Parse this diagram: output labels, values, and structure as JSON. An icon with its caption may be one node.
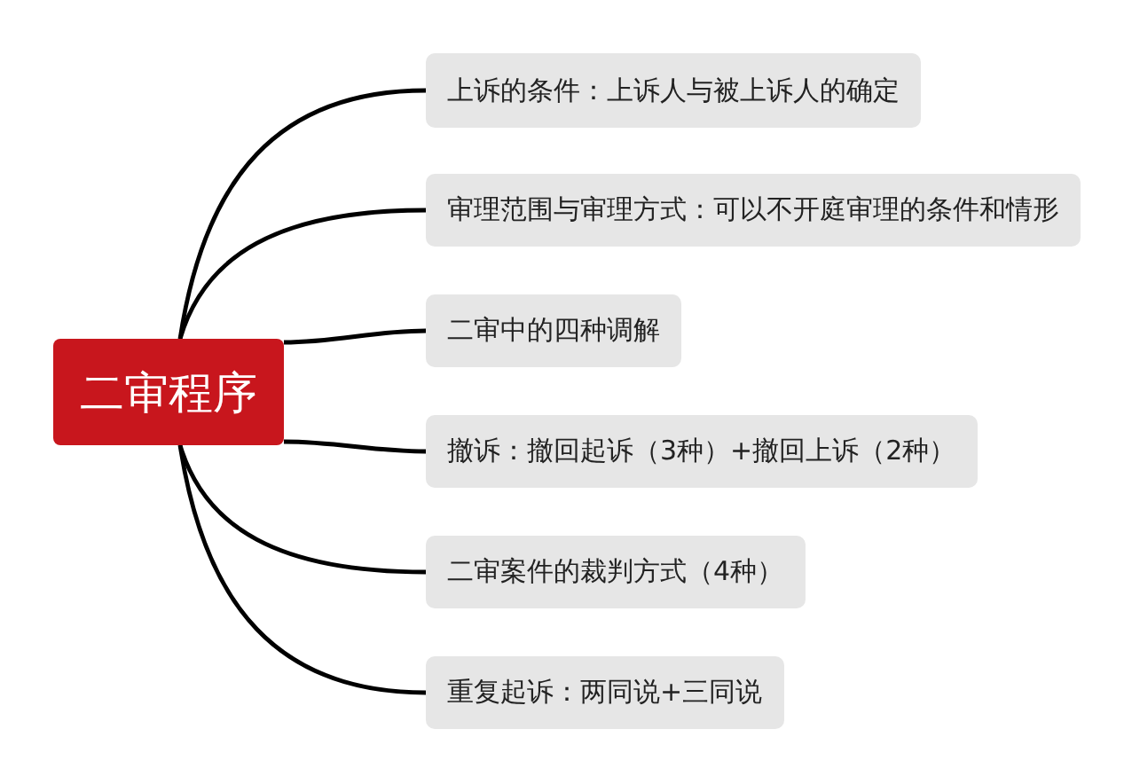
{
  "diagram": {
    "nodes": [
      {
        "text": [
          "二审程序"
        ]
      },
      {
        "text": [
          "上诉的条件：上诉人与被上诉人的确定"
        ]
      },
      {
        "text": [
          "审理范围与审理方式：可以不开庭审理的条件和情形"
        ]
      },
      {
        "text": [
          "二审中的四种调解"
        ]
      },
      {
        "text": [
          "撤诉：撤回起诉（3种）+撤回上诉（2种）"
        ]
      },
      {
        "text": [
          "二审案件的裁判方式（4种）"
        ]
      },
      {
        "text": [
          "重复起诉：两同说+三同说"
        ]
      }
    ],
    "edges": [
      {
        "from": 0,
        "to": 1,
        "arrow": "none"
      },
      {
        "from": 0,
        "to": 2,
        "arrow": "none"
      },
      {
        "from": 0,
        "to": 3,
        "arrow": "none"
      },
      {
        "from": 0,
        "to": 4,
        "arrow": "none"
      },
      {
        "from": 0,
        "to": 5,
        "arrow": "none"
      },
      {
        "from": 0,
        "to": 6,
        "arrow": "none"
      }
    ]
  }
}
